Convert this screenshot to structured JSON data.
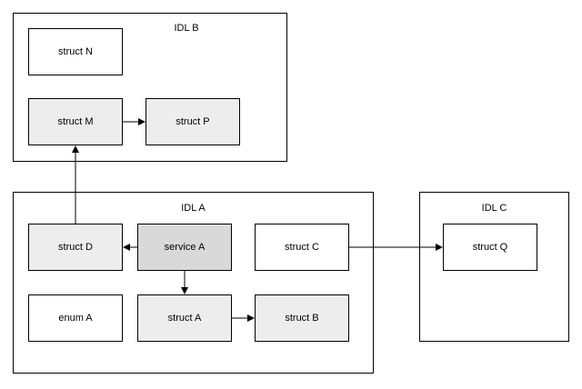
{
  "containers": {
    "idl_b": {
      "title": "IDL B"
    },
    "idl_a": {
      "title": "IDL A"
    },
    "idl_c": {
      "title": "IDL C"
    }
  },
  "nodes": {
    "struct_n": "struct N",
    "struct_m": "struct M",
    "struct_p": "struct P",
    "struct_d": "struct D",
    "service_a": "service A",
    "struct_c": "struct C",
    "enum_a": "enum A",
    "struct_a": "struct A",
    "struct_b": "struct B",
    "struct_q": "struct Q"
  },
  "edges": [
    {
      "from": "struct M",
      "to": "struct P"
    },
    {
      "from": "struct D",
      "to": "struct M"
    },
    {
      "from": "service A",
      "to": "struct D"
    },
    {
      "from": "service A",
      "to": "struct A"
    },
    {
      "from": "struct A",
      "to": "struct B"
    },
    {
      "from": "struct C",
      "to": "struct Q"
    }
  ],
  "colors": {
    "stroke": "#000000",
    "fill_white": "#ffffff",
    "fill_light": "#ededed",
    "fill_mid": "#d9d9d9"
  }
}
